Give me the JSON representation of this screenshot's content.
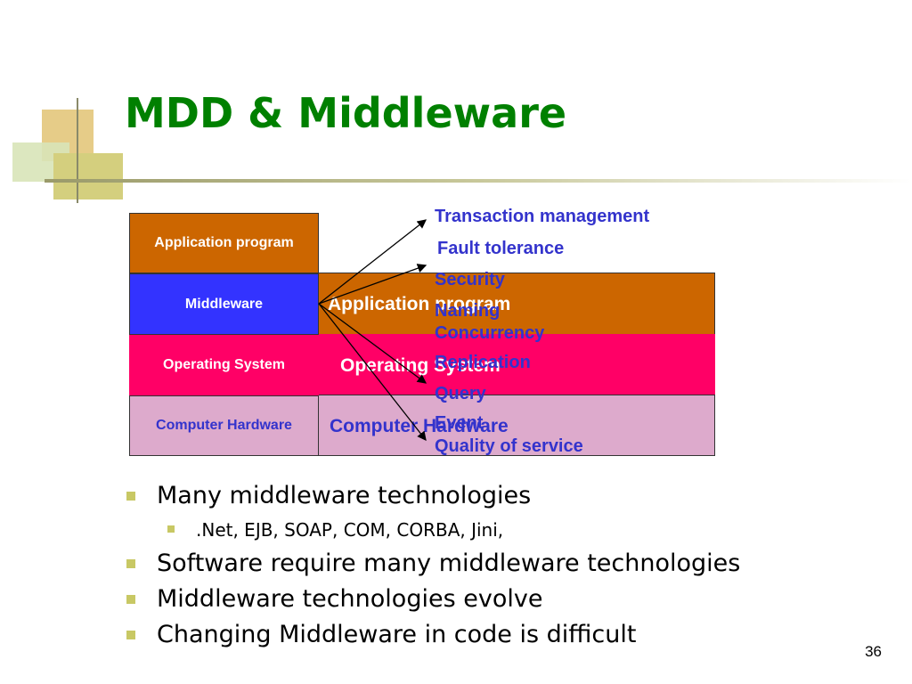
{
  "slide": {
    "title": "MDD & Middleware",
    "page_number": "36",
    "colors": {
      "title": "#008000",
      "application": "#cc6600",
      "middleware": "#3333ff",
      "os": "#ff0066",
      "hardware": "#ddaacc",
      "service_text": "#3333cc",
      "bullet": "#c8c864"
    }
  },
  "stack": {
    "application_program": "Application program",
    "middleware": "Middleware",
    "operating_system": "Operating System",
    "computer_hardware": "Computer Hardware"
  },
  "wide_stack": {
    "application_program": "Application program",
    "operating_system": "Operating System",
    "computer_hardware": "Computer Hardware"
  },
  "services": [
    "Transaction management",
    "Fault tolerance",
    "Security",
    "Naming",
    "Concurrency",
    "Replication",
    "Query",
    "Event",
    "Quality of service"
  ],
  "bullets": [
    {
      "text": "Many middleware technologies",
      "sub": [
        ".Net, EJB, SOAP, COM, CORBA, Jini,"
      ]
    },
    {
      "text": "Software require many middleware technologies",
      "sub": []
    },
    {
      "text": "Middleware technologies evolve",
      "sub": []
    },
    {
      "text": "Changing Middleware in code is difficult",
      "sub": []
    }
  ]
}
